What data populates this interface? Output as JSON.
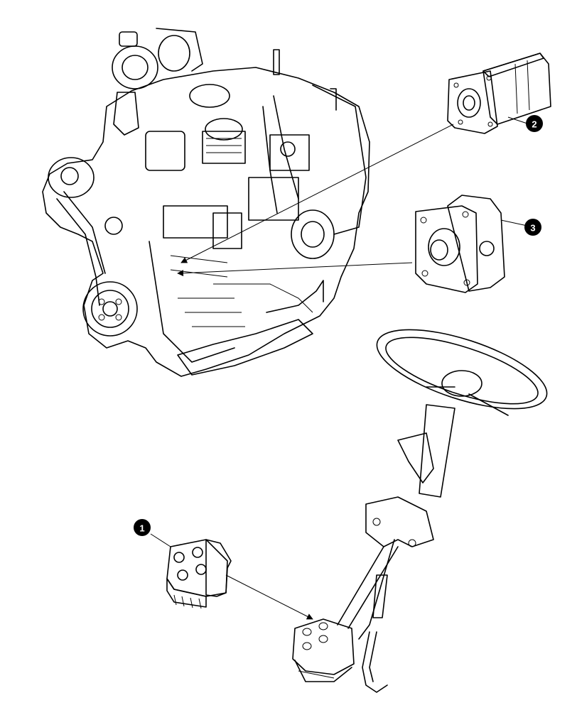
{
  "callouts": [
    {
      "id": "1",
      "label": "1"
    },
    {
      "id": "2",
      "label": "2"
    },
    {
      "id": "3",
      "label": "3"
    }
  ],
  "colors": {
    "line": "#000000",
    "part_fill": "#c9c9c9",
    "part_dark": "#8f8f8f",
    "background": "#ffffff"
  },
  "icons": [
    "engine-drawing",
    "hydraulic-pump-icon",
    "gear-pump-icon",
    "steering-valve-icon",
    "steering-wheel-icon"
  ]
}
